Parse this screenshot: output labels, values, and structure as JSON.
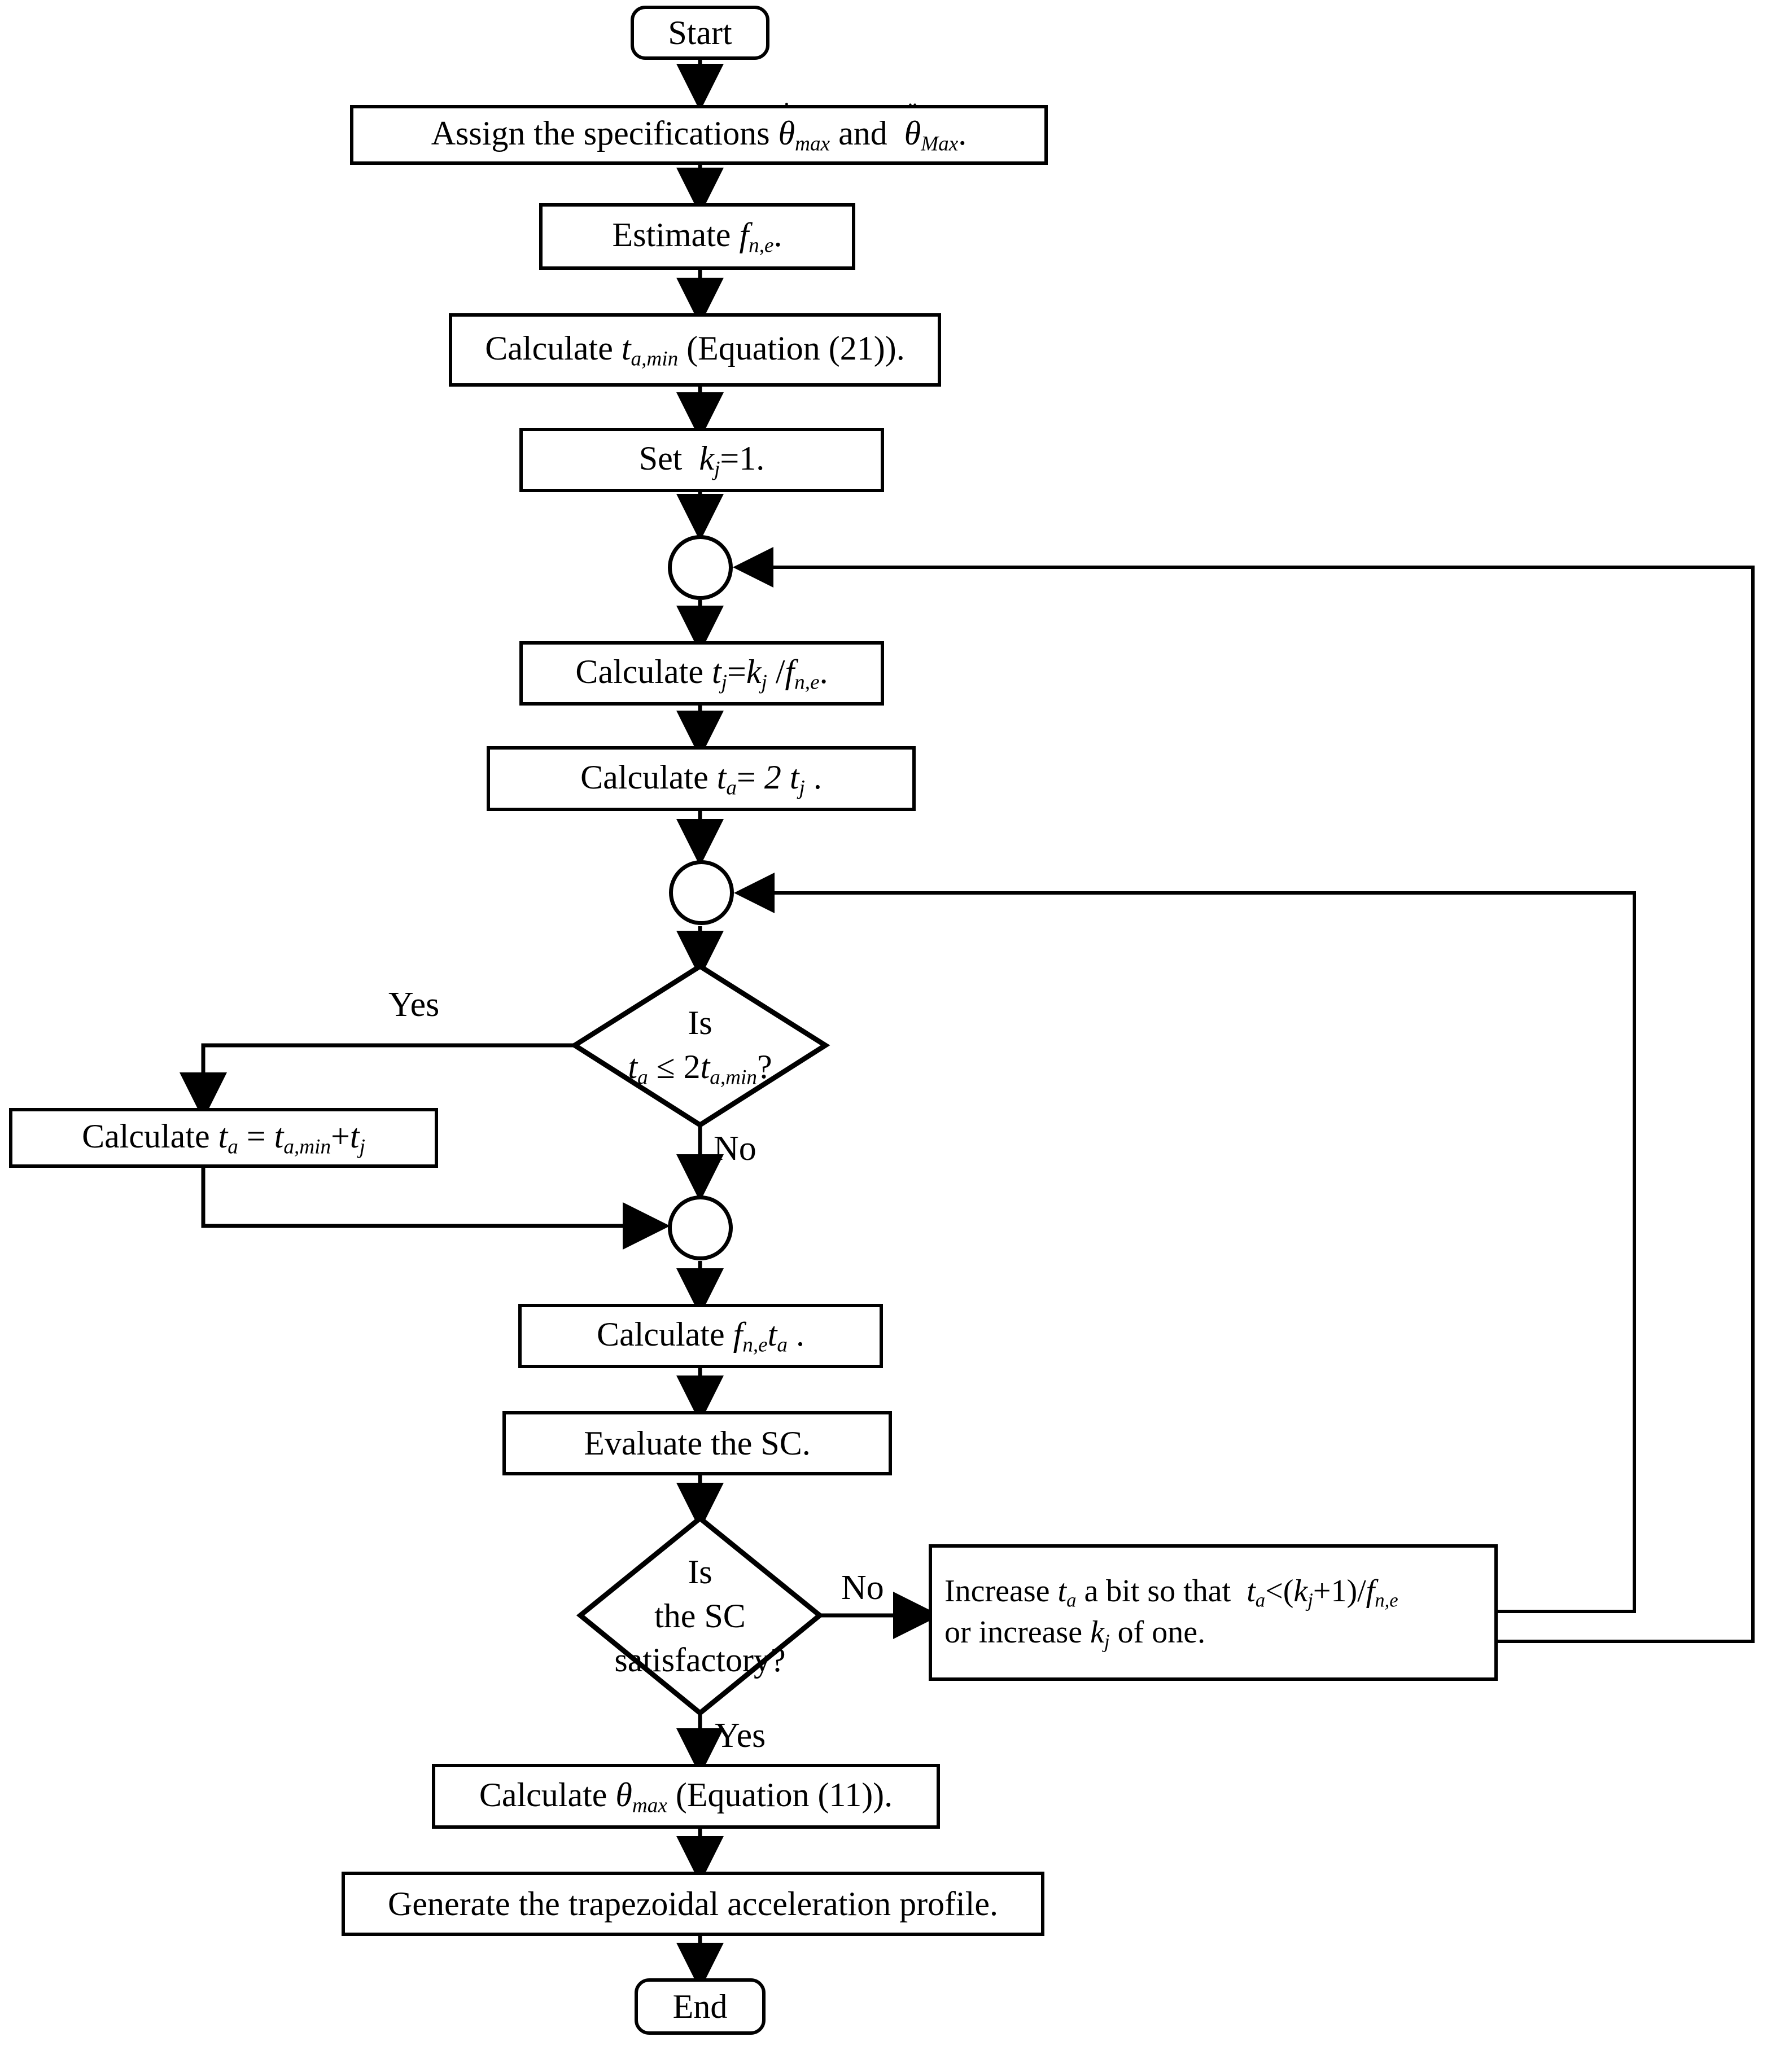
{
  "diagram": {
    "title": "Trapezoidal acceleration profile design flowchart",
    "stroke_color": "#000000",
    "background_color": "#ffffff"
  },
  "nodes": {
    "start": {
      "label": "Start",
      "shape": "terminator"
    },
    "assign_specs": {
      "label": "Assign the specifications θ̇max and θ̈Max.",
      "shape": "process"
    },
    "estimate_fne": {
      "label": "Estimate fn,e.",
      "shape": "process"
    },
    "calc_tamin": {
      "label": "Calculate ta,min (Equation (21)).",
      "shape": "process"
    },
    "set_kj": {
      "label": "Set kj=1.",
      "shape": "process"
    },
    "connector_1": {
      "label": "",
      "shape": "circle"
    },
    "calc_tj": {
      "label": "Calculate tj=kj /fn,e.",
      "shape": "process"
    },
    "calc_ta": {
      "label": "Calculate ta= 2 tj .",
      "shape": "process"
    },
    "connector_2": {
      "label": "",
      "shape": "circle"
    },
    "decision_ta": {
      "label": "Is ta ≤ 2ta,min?",
      "line1": "Is",
      "line2": "ta ≤ 2ta,min?",
      "shape": "decision"
    },
    "calc_ta_alt": {
      "label": "Calculate ta = ta,min+tj",
      "shape": "process"
    },
    "connector_3": {
      "label": "",
      "shape": "circle"
    },
    "calc_fne_ta": {
      "label": "Calculate fn,eta .",
      "shape": "process"
    },
    "evaluate_sc": {
      "label": "Evaluate the SC.",
      "shape": "process"
    },
    "decision_sc": {
      "label": "Is the SC satisfactory?",
      "line1": "Is",
      "line2": "the SC",
      "line3": "satisfactory?",
      "shape": "decision"
    },
    "increase_ta": {
      "label": "Increase ta a bit so that ta<(kj+1)/fn,e or increase kj of one.",
      "line1": "Increase ta a bit so that  ta<(kj+1)/fn,e",
      "line2": "or increase kj of one.",
      "shape": "process"
    },
    "calc_theta_max": {
      "label": "Calculate θ̈max (Equation (11)).",
      "shape": "process"
    },
    "generate_profile": {
      "label": "Generate the trapezoidal acceleration profile.",
      "shape": "process"
    },
    "end": {
      "label": "End",
      "shape": "terminator"
    }
  },
  "edge_labels": {
    "yes_ta": "Yes",
    "no_ta": "No",
    "no_sc": "No",
    "yes_sc": "Yes"
  }
}
